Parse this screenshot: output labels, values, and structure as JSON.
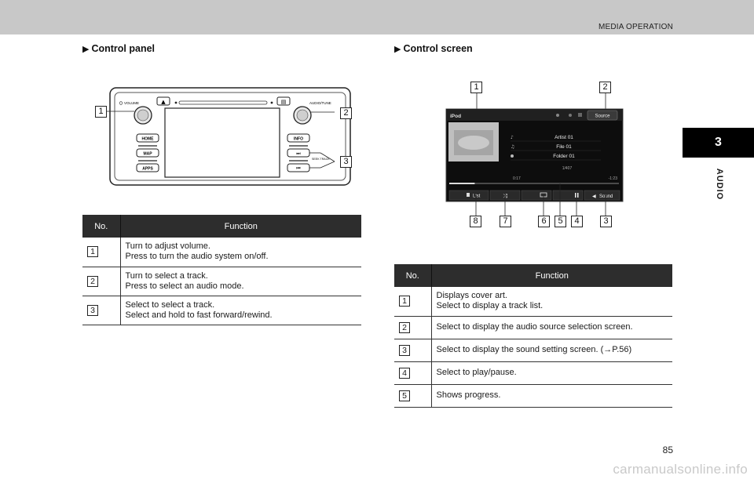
{
  "header": {
    "running_head": "MEDIA OPERATION"
  },
  "side_tab": {
    "chapter_number": "3",
    "chapter_label": "AUDIO"
  },
  "control_panel": {
    "title": "Control panel",
    "illustration": {
      "volume_label": "VOLUME",
      "eject_symbol": "▲",
      "disc_symbol": "▤",
      "audio_tune_label": "AUDIO/TUNE",
      "home_label": "HOME",
      "map_label": "MAP",
      "apps_label": "APPS",
      "info_label": "INFO",
      "seek_track_label": "SEEK TRACK",
      "next_symbol": "⏭",
      "prev_symbol": "⏮"
    },
    "callouts": [
      "1",
      "2",
      "3"
    ],
    "table": {
      "headers": [
        "No.",
        "Function"
      ],
      "rows": [
        {
          "no": "1",
          "lines": [
            "Turn to adjust volume.",
            "Press to turn the audio system on/off."
          ]
        },
        {
          "no": "2",
          "lines": [
            "Turn to select a track.",
            "Press to select an audio mode."
          ]
        },
        {
          "no": "3",
          "lines": [
            "Select to select a track.",
            "Select and hold to fast forward/rewind."
          ]
        }
      ]
    }
  },
  "control_screen": {
    "title": "Control screen",
    "screen": {
      "source_name": "iPod",
      "source_button": "Source",
      "artist": "Artist 01",
      "file": "File 01",
      "folder": "Folder 01",
      "track_count": "1/407",
      "elapsed": "0:17",
      "remaining": "-1:23",
      "list_button": "List",
      "sound_button": "Sound",
      "progress": 0.15
    },
    "callouts_top": [
      "1",
      "2"
    ],
    "callouts_bottom": [
      "8",
      "7",
      "6",
      "5",
      "4",
      "3"
    ],
    "table": {
      "headers": [
        "No.",
        "Function"
      ],
      "rows": [
        {
          "no": "1",
          "lines": [
            "Displays cover art.",
            "Select to display a track list."
          ]
        },
        {
          "no": "2",
          "lines": [
            "Select to display the audio source selection screen."
          ]
        },
        {
          "no": "3",
          "lines": [
            "Select to display the sound setting screen. (→P.56)"
          ]
        },
        {
          "no": "4",
          "lines": [
            "Select to play/pause."
          ]
        },
        {
          "no": "5",
          "lines": [
            "Shows progress."
          ]
        }
      ]
    }
  },
  "footer": {
    "page_number": "85",
    "watermark": "carmanualsonline.info"
  }
}
